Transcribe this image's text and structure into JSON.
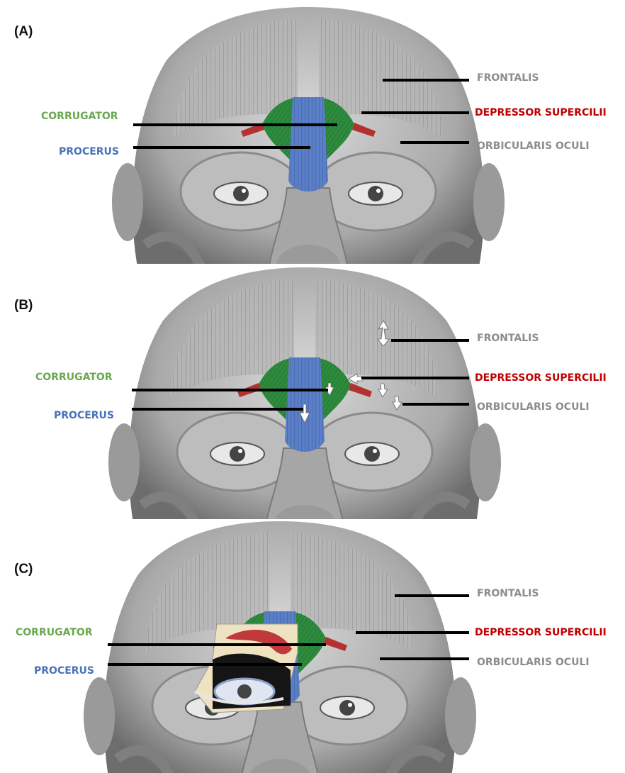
{
  "colors": {
    "corrugator": "#6aa84f",
    "procerus": "#4a72b8",
    "depressor_supercilii": "#c00000",
    "frontalis": "#8c8c8c",
    "orbicularis_oculi": "#8c8c8c",
    "leader_line": "#000000",
    "arrow": "#ffffff"
  },
  "panels": [
    {
      "label": "(A)",
      "labels": {
        "corrugator": "CORRUGATOR",
        "procerus": "PROCERUS",
        "frontalis": "FRONTALIS",
        "depressor_supercilii": "DEPRESSOR SUPERCILII",
        "orbicularis_oculi": "ORBICULARIS OCULI"
      }
    },
    {
      "label": "(B)",
      "labels": {
        "corrugator": "CORRUGATOR",
        "procerus": "PROCERUS",
        "frontalis": "FRONTALIS",
        "depressor_supercilii": "DEPRESSOR SUPERCILII",
        "orbicularis_oculi": "ORBICULARIS OCULI"
      }
    },
    {
      "label": "(C)",
      "labels": {
        "corrugator": "CORRUGATOR",
        "procerus": "PROCERUS",
        "frontalis": "FRONTALIS",
        "depressor_supercilii": "DEPRESSOR SUPERCILII",
        "orbicularis_oculi": "ORBICULARIS OCULI"
      }
    }
  ]
}
